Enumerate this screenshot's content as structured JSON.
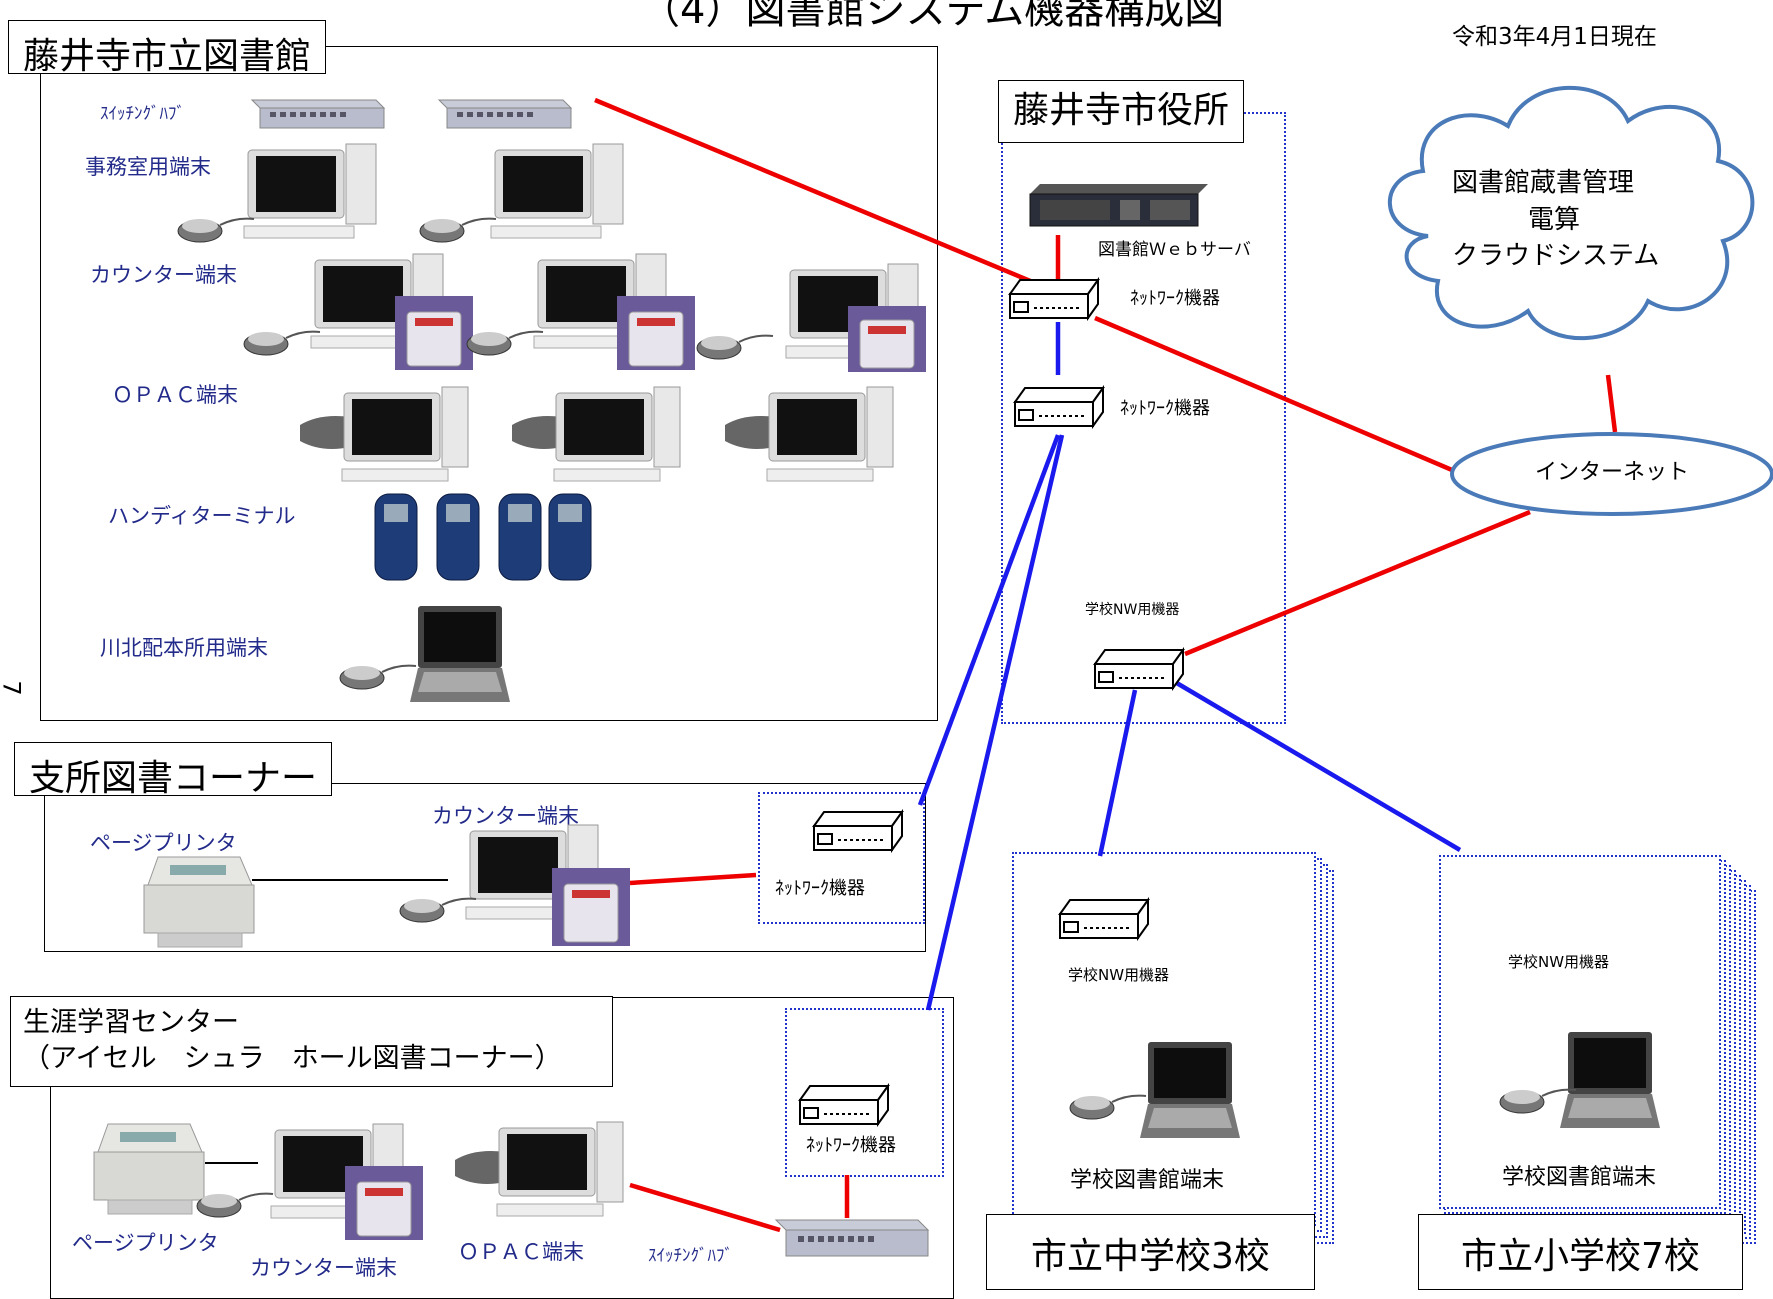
{
  "title": "（4）図書館システム機器構成図",
  "date": "令和3年4月1日現在",
  "page_number": "7",
  "main_library": {
    "name": "藤井寺市立図書館",
    "switching_hub": "ｽｲｯﾁﾝｸﾞﾊﾌﾞ",
    "office_terminal": "事務室用端末",
    "counter_terminal": "カウンター端末",
    "opac_terminal": "ＯＰＡＣ端末",
    "handy_terminal": "ハンディターミナル",
    "kawakita_terminal": "川北配本所用端末"
  },
  "city_hall": {
    "name": "藤井寺市役所",
    "web_server": "図書館Ｗｅｂサーバ",
    "network_device_1": "ﾈｯﾄﾜｰｸ機器",
    "network_device_2": "ﾈｯﾄﾜｰｸ機器",
    "school_nw_device": "学校NW用機器"
  },
  "cloud": {
    "line1": "図書館蔵書管理",
    "line2": "電算",
    "line3": "クラウドシステム"
  },
  "internet": "インターネット",
  "branch": {
    "name": "支所図書コーナー",
    "page_printer": "ページプリンタ",
    "counter_terminal": "カウンター端末",
    "network_device": "ﾈｯﾄﾜｰｸ機器"
  },
  "lifelong": {
    "name_line1": "生涯学習センター",
    "name_line2": "（アイセル　シュラ　ホール図書コーナー）",
    "page_printer": "ページプリンタ",
    "counter_terminal": "カウンター端末",
    "opac_terminal": "ＯＰＡＣ端末",
    "switching_hub": "ｽｲｯﾁﾝｸﾞﾊﾌﾞ",
    "network_device": "ﾈｯﾄﾜｰｸ機器"
  },
  "junior_high": {
    "name": "市立中学校3校",
    "nw_device": "学校NW用機器",
    "terminal": "学校図書館端末"
  },
  "elementary": {
    "name": "市立小学校7校",
    "nw_device": "学校NW用機器",
    "terminal": "学校図書館端末"
  },
  "colors": {
    "red_line": "#ee0000",
    "blue_line": "#1a1aee",
    "cloud_stroke": "#4a7ab8",
    "text_blue": "#222a8a"
  }
}
